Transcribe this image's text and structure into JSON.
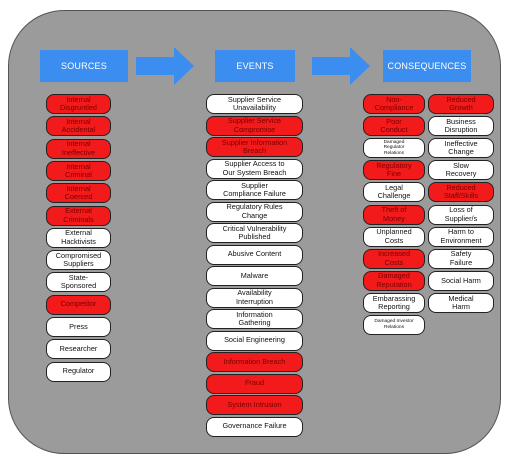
{
  "colors": {
    "panel": "#9b9b9b",
    "header": "#3b8ef0",
    "risk_red": "#f21a1a",
    "neutral_white": "#ffffff"
  },
  "headers": {
    "sources": "SOURCES",
    "events": "EVENTS",
    "consequences": "CONSEQUENCES"
  },
  "icons": [
    "arrow-right-icon",
    "arrow-right-icon"
  ],
  "sources": [
    {
      "label": "Internal\nDisgruntled",
      "color": "red"
    },
    {
      "label": "Internal\nAccidental",
      "color": "red"
    },
    {
      "label": "Internal\nIneffective",
      "color": "red"
    },
    {
      "label": "Internal\nCriminal",
      "color": "red"
    },
    {
      "label": "Internal\nCoerced",
      "color": "red"
    },
    {
      "label": "External\nCriminals",
      "color": "red"
    },
    {
      "label": "External\nHacktivists",
      "color": "white"
    },
    {
      "label": "Compromised\nSuppliers",
      "color": "white"
    },
    {
      "label": "State-\nSponsored",
      "color": "white"
    },
    {
      "label": "Competitor",
      "color": "red"
    },
    {
      "label": "Press",
      "color": "white"
    },
    {
      "label": "Researcher",
      "color": "white"
    },
    {
      "label": "Regulator",
      "color": "white"
    }
  ],
  "events": [
    {
      "label": "Supplier Service\nUnavailability",
      "color": "white"
    },
    {
      "label": "Supplier Service\nCompromise",
      "color": "red"
    },
    {
      "label": "Supplier Information\nBreach",
      "color": "red"
    },
    {
      "label": "Supplier Access to\nOur System Breach",
      "color": "white"
    },
    {
      "label": "Supplier\nCompliance Failure",
      "color": "white"
    },
    {
      "label": "Regulatory Rules\nChange",
      "color": "white"
    },
    {
      "label": "Critical Vulnerability\nPublished",
      "color": "white"
    },
    {
      "label": "Abusive Content",
      "color": "white"
    },
    {
      "label": "Malware",
      "color": "white"
    },
    {
      "label": "Availability\nInterruption",
      "color": "white"
    },
    {
      "label": "Information\nGathering",
      "color": "white"
    },
    {
      "label": "Social Engineering",
      "color": "white"
    },
    {
      "label": "Information Breach",
      "color": "red"
    },
    {
      "label": "Fraud",
      "color": "red"
    },
    {
      "label": "System Intrusion",
      "color": "red"
    },
    {
      "label": "Governance Failure",
      "color": "white"
    }
  ],
  "consequences_left": [
    {
      "label": "Non-\nCompliance",
      "color": "red"
    },
    {
      "label": "Poor\nConduct",
      "color": "red"
    },
    {
      "label": "Damaged\nRegulator\nRelations",
      "color": "white",
      "tiny": true
    },
    {
      "label": "Regulatory\nFine",
      "color": "red"
    },
    {
      "label": "Legal\nChallenge",
      "color": "white"
    },
    {
      "label": "Theft of\nMoney",
      "color": "red"
    },
    {
      "label": "Unplanned\nCosts",
      "color": "white"
    },
    {
      "label": "Increased\nCosts",
      "color": "red"
    },
    {
      "label": "Damaged\nReputation",
      "color": "red"
    },
    {
      "label": "Embarassing\nReporting",
      "color": "white"
    },
    {
      "label": "Damaged Investor\nRelations",
      "color": "white",
      "tiny": true
    }
  ],
  "consequences_right": [
    {
      "label": "Reduced\nGrowth",
      "color": "red"
    },
    {
      "label": "Business\nDisruption",
      "color": "white"
    },
    {
      "label": "Ineffective\nChange",
      "color": "white"
    },
    {
      "label": "Slow\nRecovery",
      "color": "white"
    },
    {
      "label": "Reduced\nStaff/Skills",
      "color": "red"
    },
    {
      "label": "Loss of\nSupplier/s",
      "color": "white"
    },
    {
      "label": "Harm to\nEnvironment",
      "color": "white"
    },
    {
      "label": "Safety\nFailure",
      "color": "white"
    },
    {
      "label": "Social Harm",
      "color": "white"
    },
    {
      "label": "Medical\nHarm",
      "color": "white"
    }
  ]
}
